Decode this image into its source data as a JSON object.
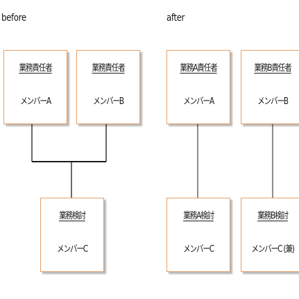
{
  "before": {
    "label": "before",
    "boxes": [
      {
        "title": "業務責任者",
        "member": "メンバーA"
      },
      {
        "title": "業務責任者",
        "member": "メンバーB"
      },
      {
        "title": "業務検討",
        "member": "メンバーC"
      }
    ]
  },
  "after": {
    "label": "after",
    "boxes": [
      {
        "title": "業務A責任者",
        "member": "メンバーA"
      },
      {
        "title": "業務B責任者",
        "member": "メンバーB"
      },
      {
        "title": "業務A検討",
        "member": "メンバーC"
      },
      {
        "title": "業務B検討",
        "member": "メンバーC (兼)"
      }
    ]
  },
  "colors": {
    "box_border": "#e7a068",
    "line": "#1a1a1a"
  }
}
